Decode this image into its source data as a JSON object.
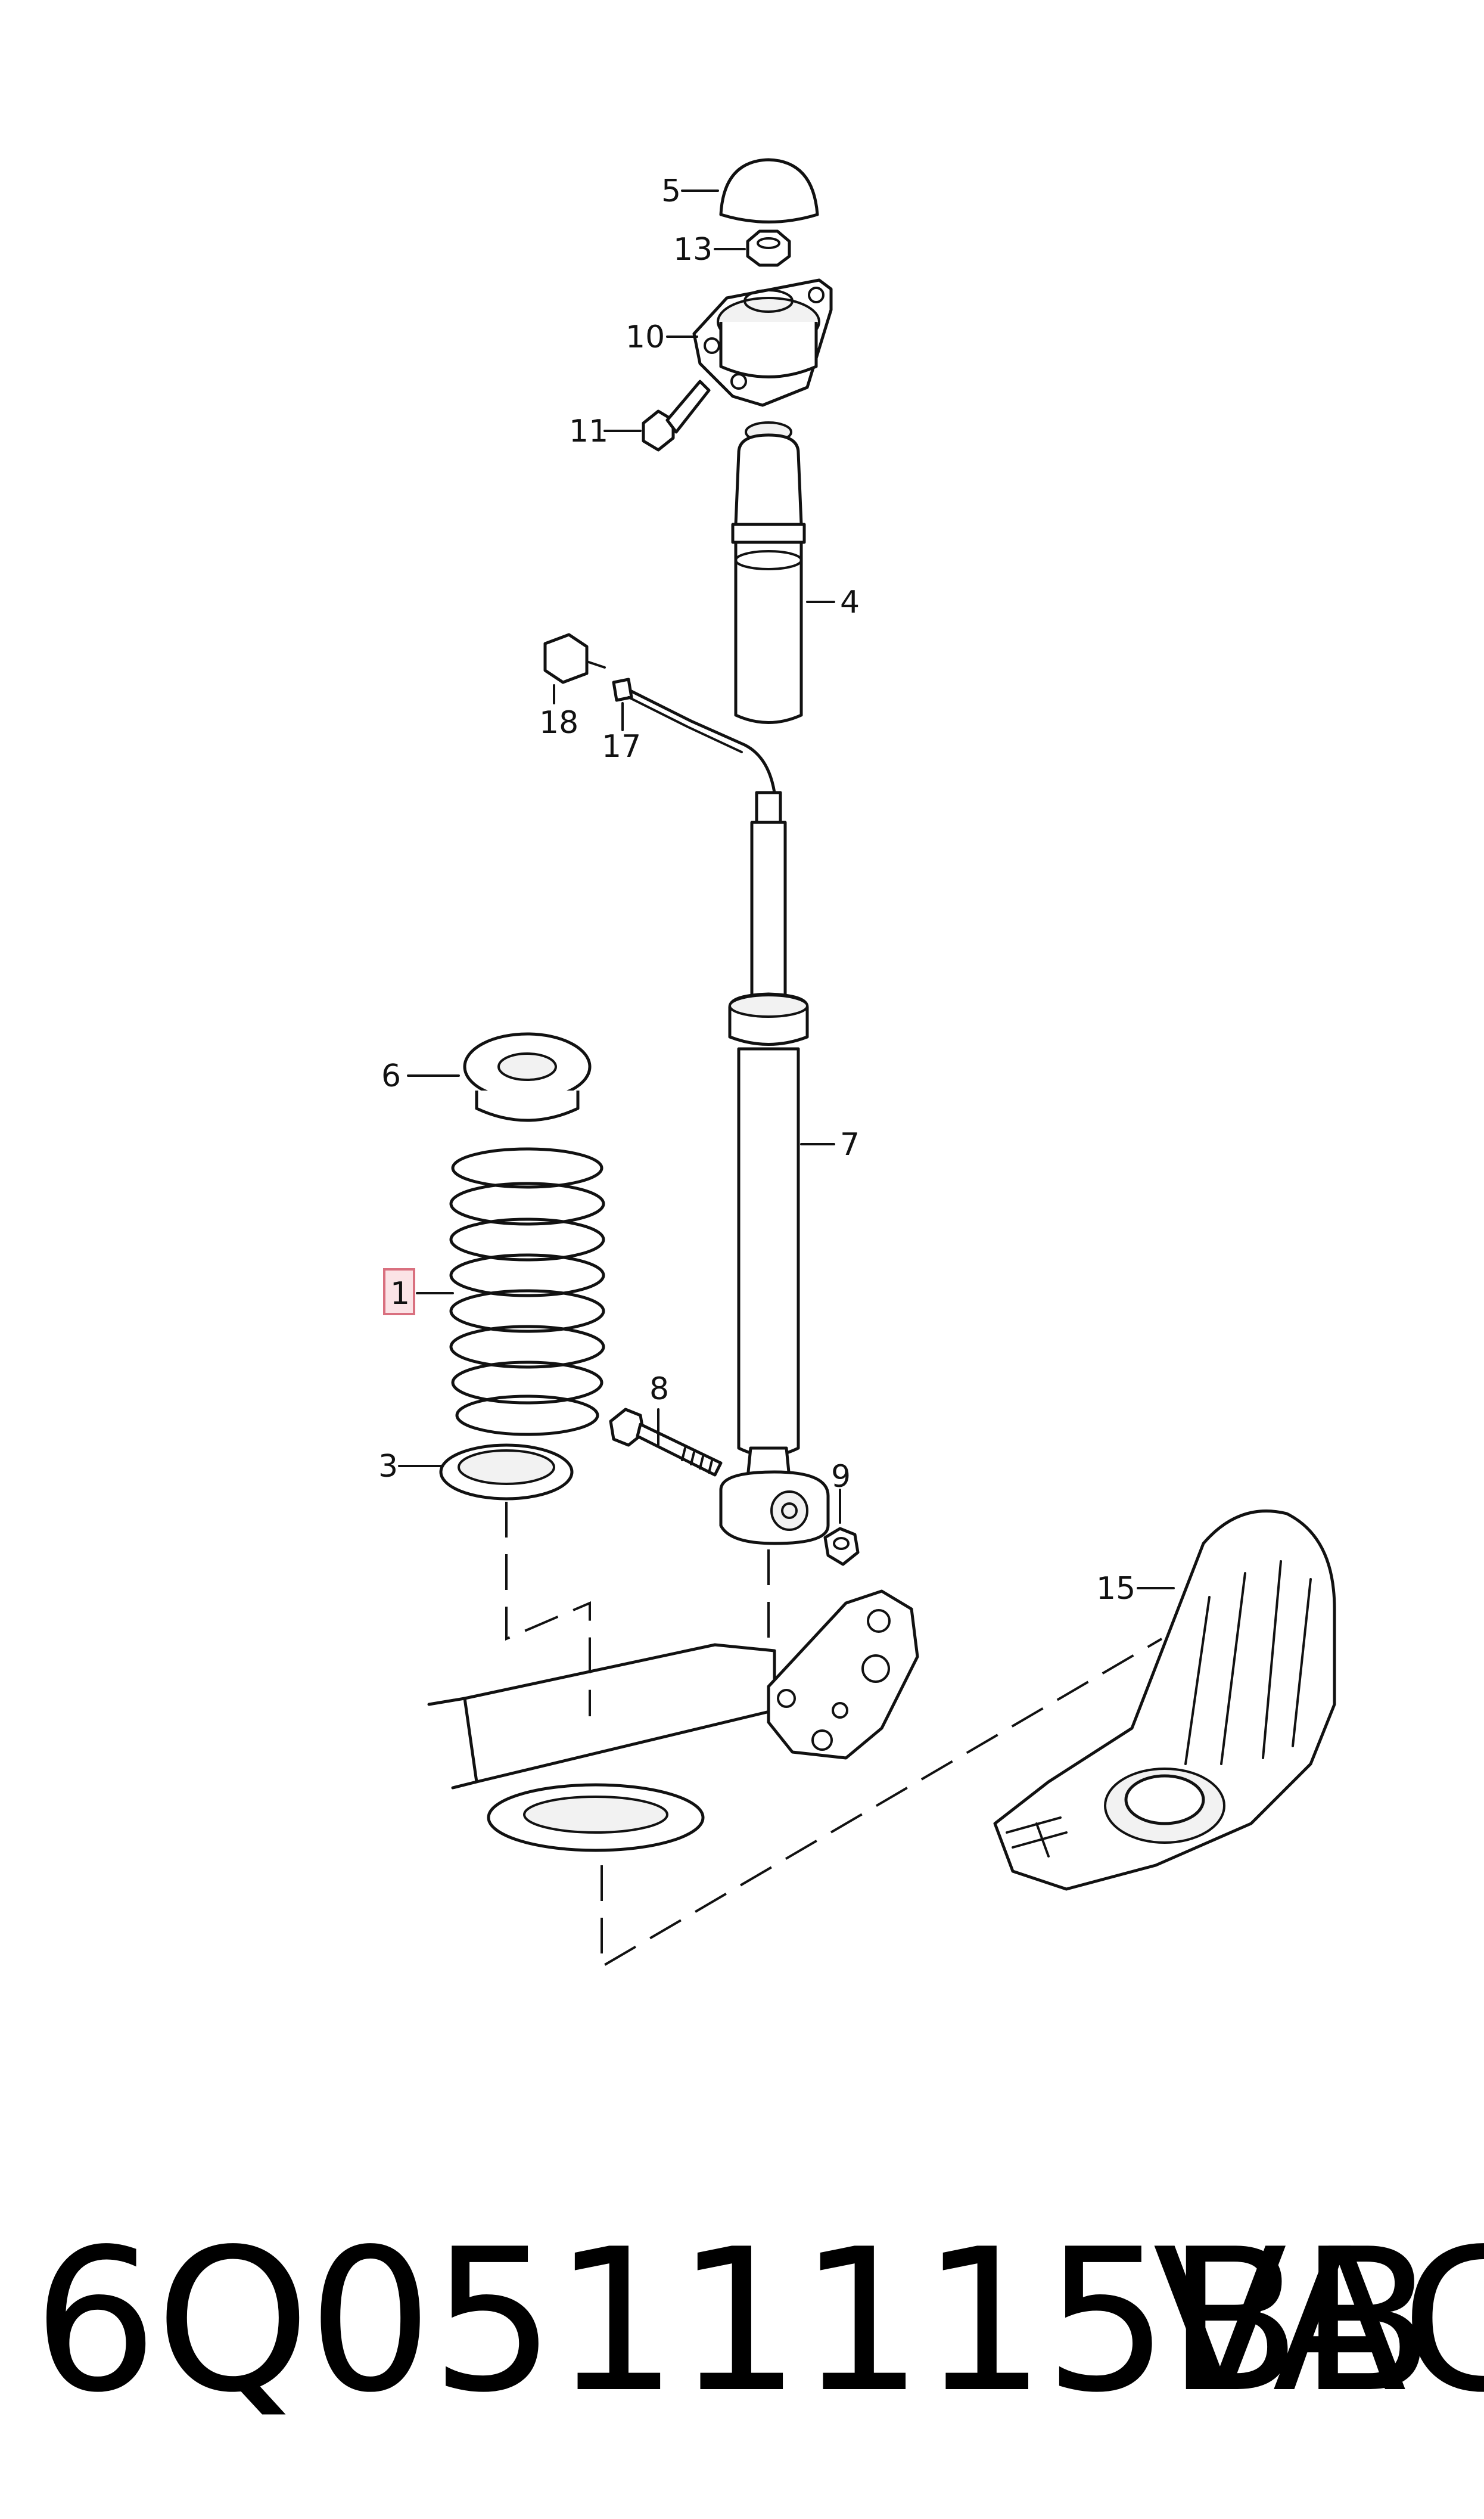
{
  "callouts": [
    {
      "id": "5",
      "label": "5"
    },
    {
      "id": "13",
      "label": "13"
    },
    {
      "id": "10",
      "label": "10"
    },
    {
      "id": "11",
      "label": "11"
    },
    {
      "id": "4",
      "label": "4"
    },
    {
      "id": "18",
      "label": "18"
    },
    {
      "id": "17",
      "label": "17"
    },
    {
      "id": "6",
      "label": "6"
    },
    {
      "id": "7",
      "label": "7"
    },
    {
      "id": "1",
      "label": "1"
    },
    {
      "id": "8",
      "label": "8"
    },
    {
      "id": "3",
      "label": "3"
    },
    {
      "id": "9",
      "label": "9"
    },
    {
      "id": "15",
      "label": "15"
    }
  ],
  "highlighted_callout": "1",
  "footer": {
    "part_number": "6Q0511115BB",
    "brand": "VAG"
  },
  "colors": {
    "line": "#111111",
    "highlight_fill": "#fbe3e6",
    "highlight_border": "#d9707f"
  }
}
